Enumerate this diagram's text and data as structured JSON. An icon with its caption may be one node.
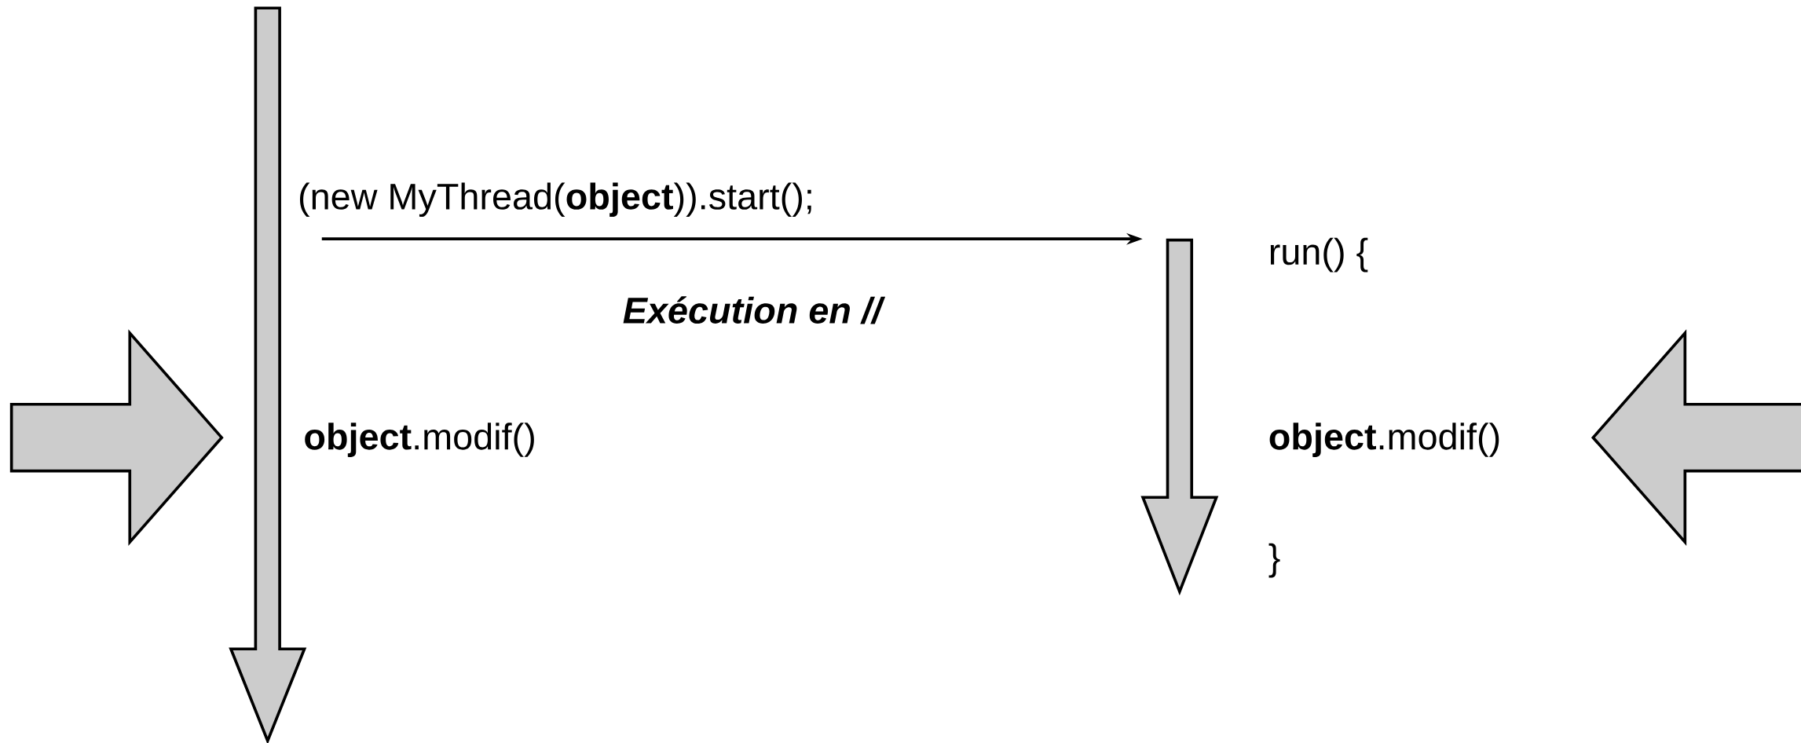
{
  "diagram": {
    "nodes": [
      {
        "text": [],
        "shape": "bar"
      },
      {
        "text": [],
        "shape": "bar"
      }
    ],
    "edges": [
      {
        "from": 0,
        "to": 1,
        "arrow": "to",
        "label": "(new MyThread(**object**)).start();"
      }
    ],
    "labels": [
      "run() {",
      "Exécution en //",
      "**object**.modif()",
      "**object**.modif()",
      "}"
    ]
  }
}
